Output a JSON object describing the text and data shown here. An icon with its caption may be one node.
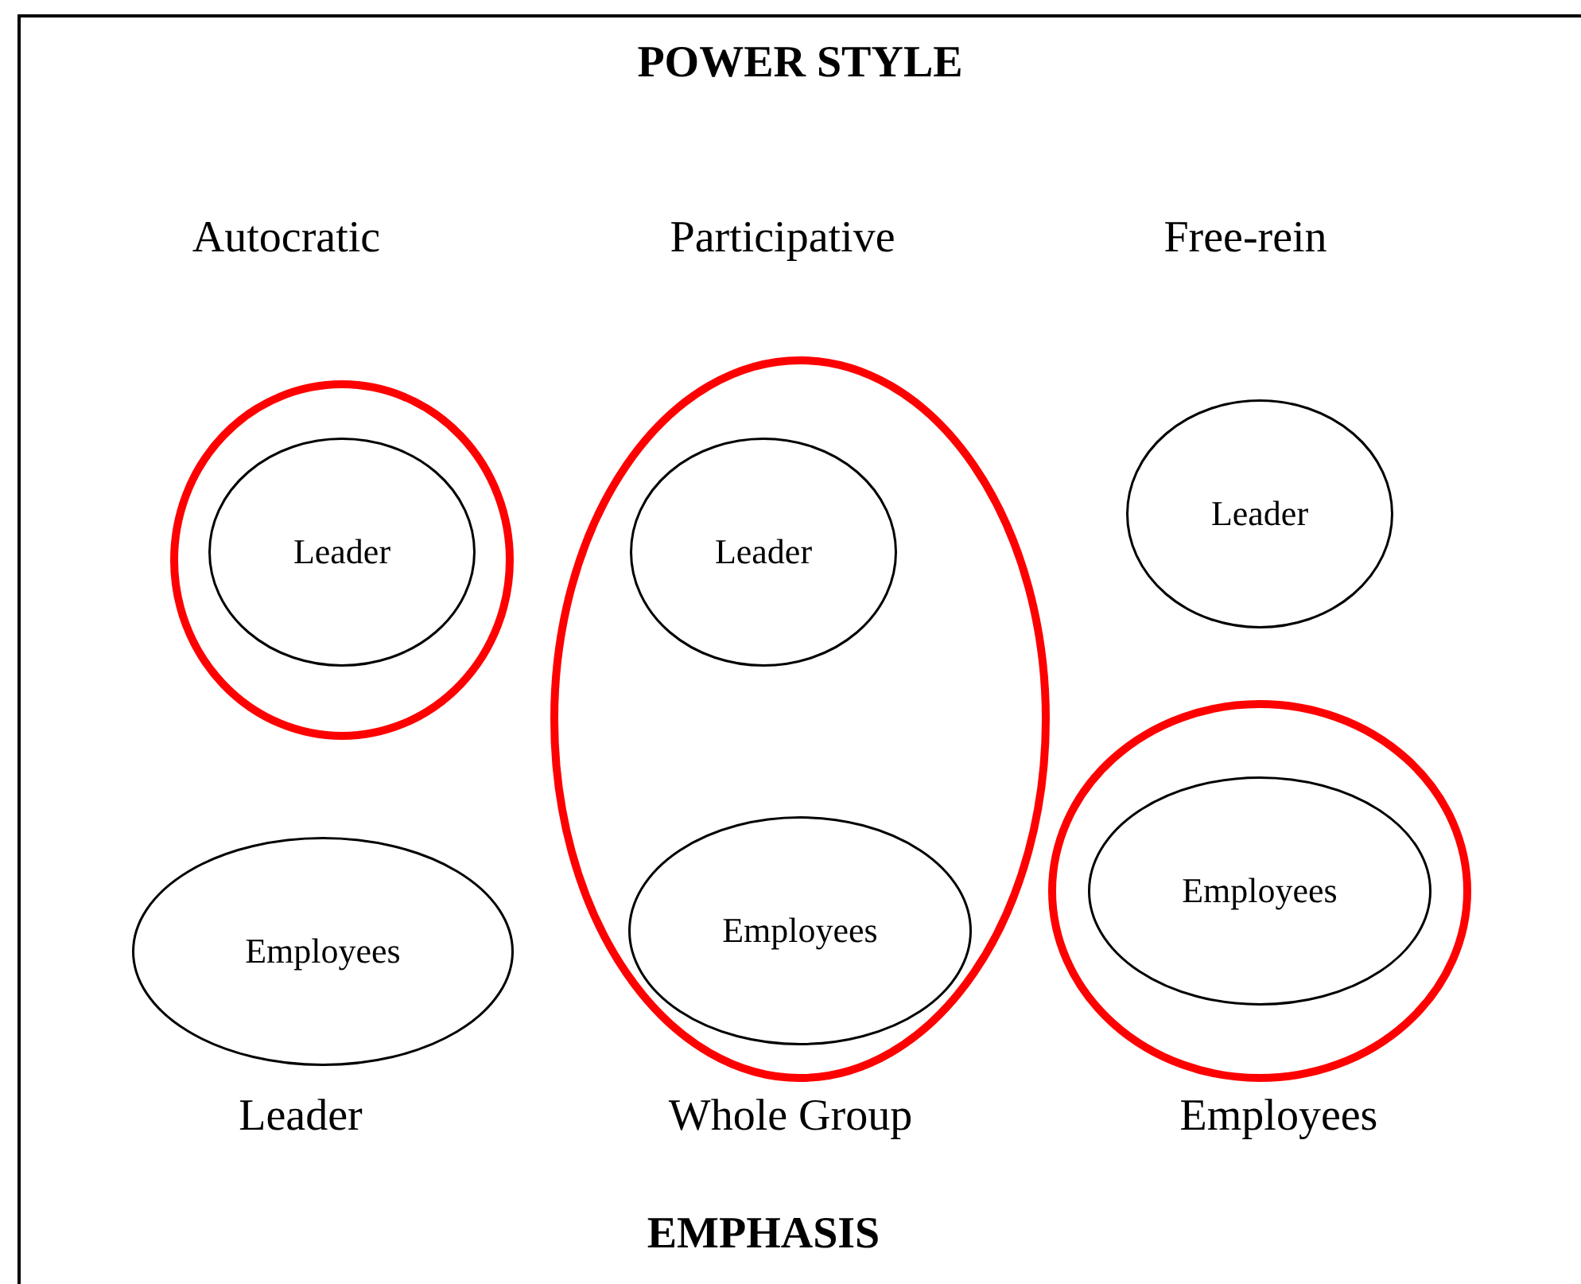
{
  "diagram": {
    "title": "POWER STYLE",
    "nodes": [
      {
        "text": [],
        "shape": "ellipse"
      },
      {
        "text": [
          "Leader"
        ],
        "in": 0
      },
      {
        "text": [],
        "shape": "ellipse"
      },
      {
        "text": [
          "Leader"
        ],
        "in": 2
      },
      {
        "text": [
          "Employees"
        ],
        "in": 2
      },
      {
        "text": [
          "Leader"
        ]
      },
      {
        "text": [
          "Employees"
        ]
      },
      {
        "text": [],
        "shape": "ellipse"
      },
      {
        "text": [
          "Employees"
        ],
        "in": 7
      }
    ],
    "edges": [],
    "labels": [
      "Autocratic",
      "Participative",
      "Free-rein",
      "Leader",
      "Whole Group",
      "Employees",
      "EMPHASIS"
    ]
  }
}
